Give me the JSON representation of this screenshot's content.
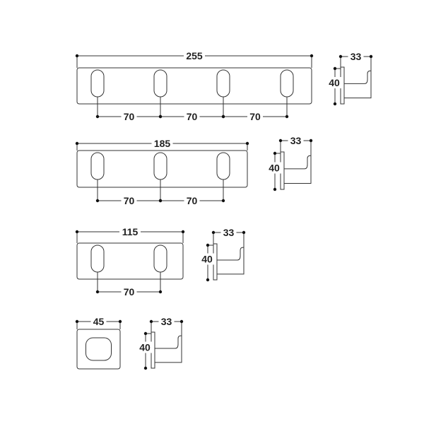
{
  "diagram": {
    "rows": [
      {
        "width_label": "255",
        "spacing_labels": [
          "70",
          "70",
          "70"
        ],
        "hook_depth_label": "33",
        "hook_height_label": "40"
      },
      {
        "width_label": "185",
        "spacing_labels": [
          "70",
          "70"
        ],
        "hook_depth_label": "33",
        "hook_height_label": "40"
      },
      {
        "width_label": "115",
        "spacing_labels": [
          "70"
        ],
        "hook_depth_label": "33",
        "hook_height_label": "40"
      },
      {
        "width_label": "45",
        "spacing_labels": [],
        "hook_depth_label": "33",
        "hook_height_label": "40"
      }
    ],
    "line_color": "#333333"
  }
}
